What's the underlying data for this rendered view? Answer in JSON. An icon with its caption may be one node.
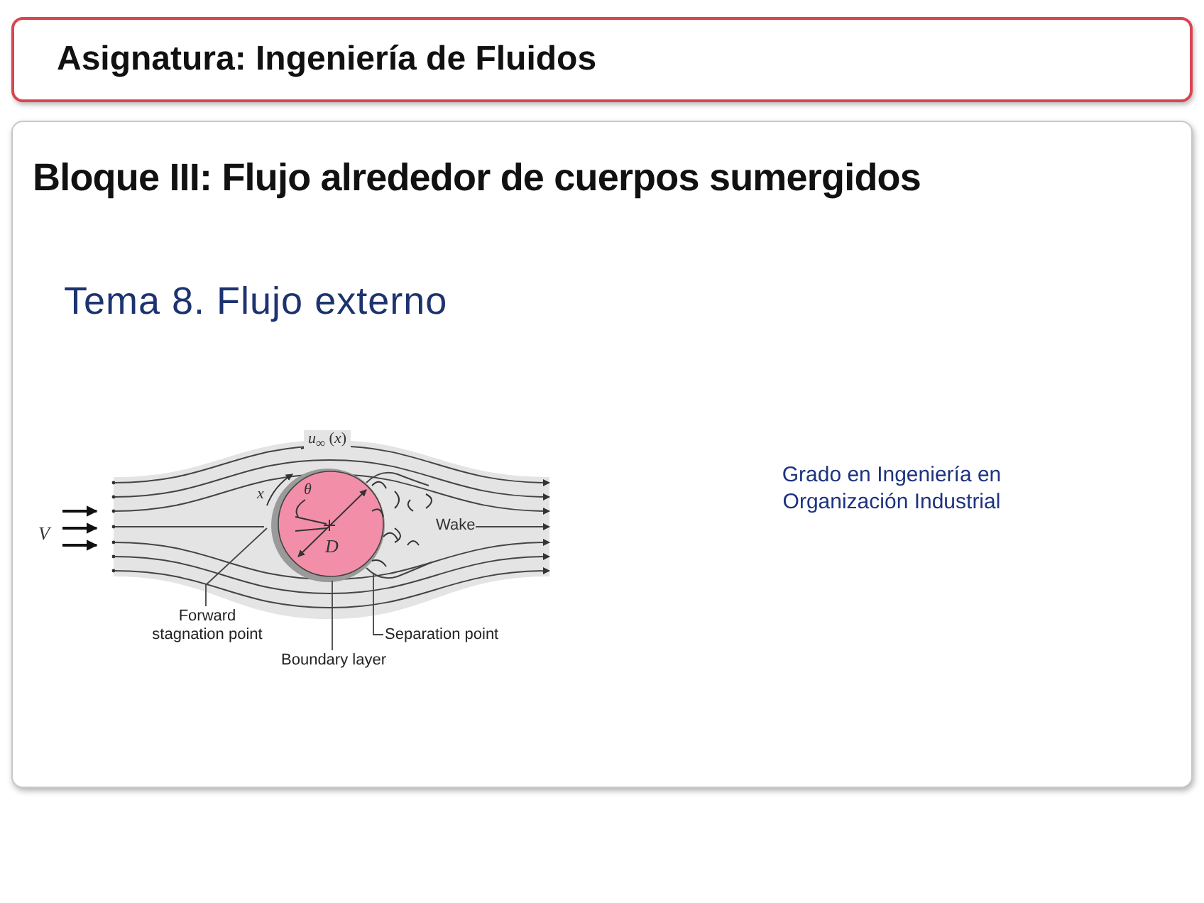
{
  "diagram": {
    "nodes": [
      {
        "text": [
          "Asignatura: Ingeniería de Fluidos"
        ]
      },
      {
        "text": [
          "Bloque III: Flujo alrededor de cuerpos sumergidos"
        ]
      },
      {
        "text": [
          "Forward stagnation point"
        ],
        "in": 1
      },
      {
        "text": [
          "Boundary layer"
        ],
        "in": 1
      },
      {
        "text": [
          "Separation point"
        ],
        "in": 1
      }
    ],
    "edges": [
      {
        "from": 2,
        "to": null,
        "arrow": "none"
      },
      {
        "from": 3,
        "to": null,
        "arrow": "none"
      },
      {
        "from": 4,
        "to": null,
        "arrow": "none"
      }
    ],
    "labels": [
      "Tema  8. Flujo externo",
      "Grado en Ingeniería en Organización Industrial",
      "*u*$_{∞}$ (*x*)",
      "x",
      "θ",
      "V",
      "D",
      "Wake"
    ]
  }
}
